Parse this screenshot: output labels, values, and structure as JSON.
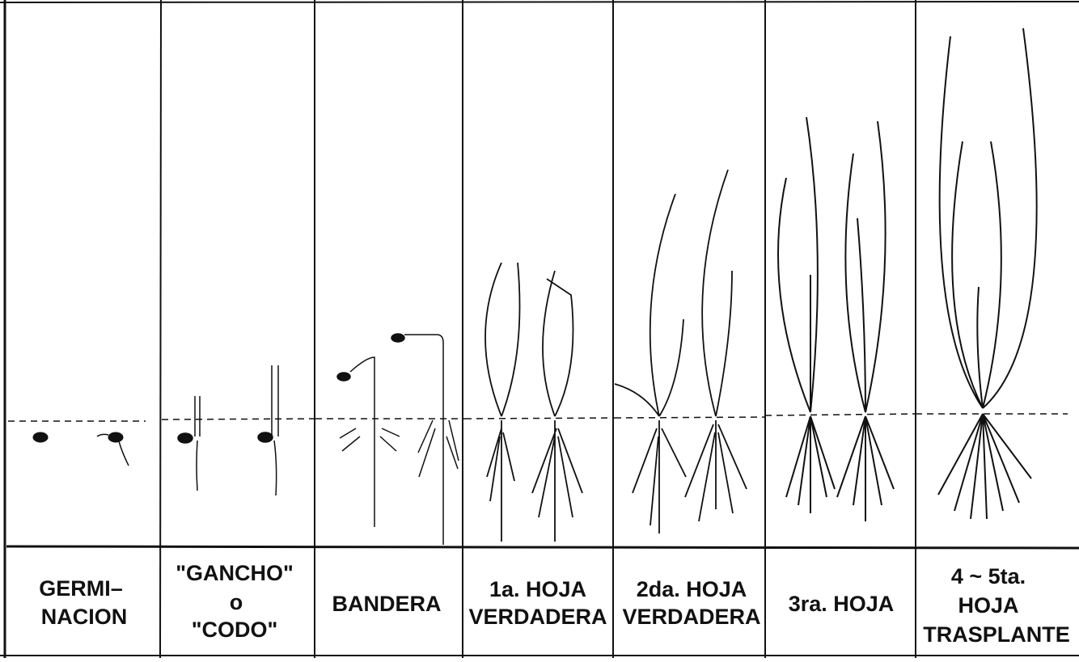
{
  "stages": [
    {
      "id": "germinacion",
      "lines": [
        "GERMI–",
        "NACION"
      ]
    },
    {
      "id": "gancho",
      "lines": [
        "\"GANCHO\"",
        "o",
        "\"CODO\""
      ]
    },
    {
      "id": "bandera",
      "lines": [
        "BANDERA"
      ]
    },
    {
      "id": "hoja1",
      "lines": [
        "1a. HOJA",
        "VERDADERA"
      ]
    },
    {
      "id": "hoja2",
      "lines": [
        "2da. HOJA",
        "VERDADERA"
      ]
    },
    {
      "id": "hoja3",
      "lines": [
        "3ra. HOJA"
      ]
    },
    {
      "id": "hoja45",
      "lines": [
        "4 ~ 5ta.",
        "HOJA",
        "TRASPLANTE"
      ]
    }
  ],
  "colors": {
    "ink": "#111111",
    "paper": "#ffffff"
  }
}
